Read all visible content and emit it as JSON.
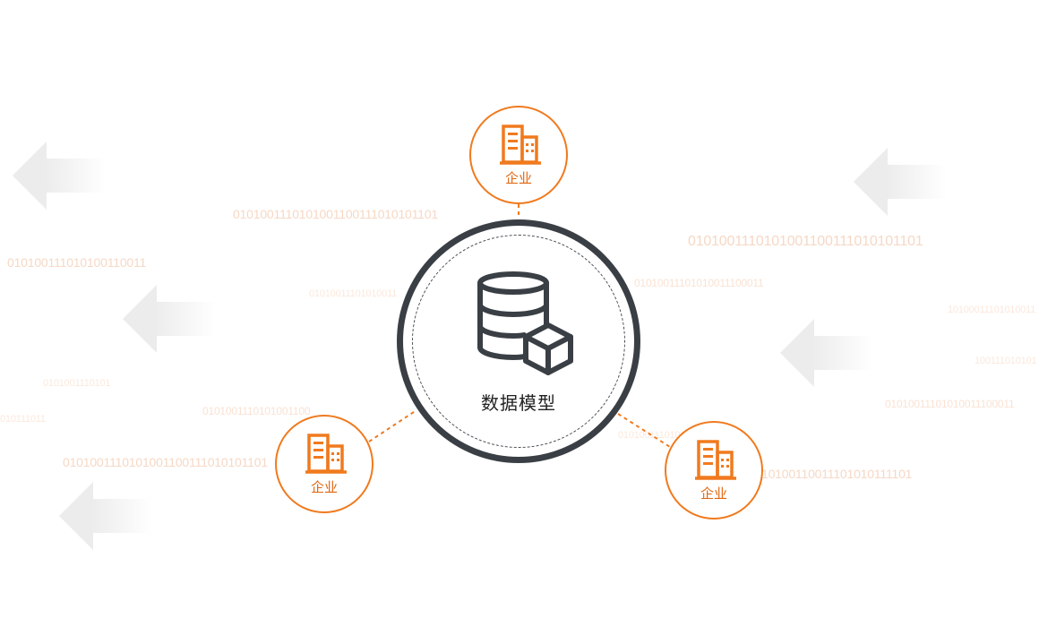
{
  "center": {
    "label": "数据模型",
    "icon": "database-cube-icon"
  },
  "nodes": [
    {
      "label": "企业",
      "icon": "building-icon"
    },
    {
      "label": "企业",
      "icon": "building-icon"
    },
    {
      "label": "企业",
      "icon": "building-icon"
    }
  ],
  "binary": {
    "main": "0101001110101001100111010101101",
    "right_long": "0101001110101001100111010101101",
    "mid_right": "01010011101010011100011",
    "far_right_1": "10100011101010011",
    "far_right_2": "100111010101",
    "right_small": "01010011101010011100011",
    "left_small_1": "0101001110101",
    "left_small_2": "010111011",
    "left_mid": "010100111010100110011",
    "left_bottom": "0101001110101001100111010101101",
    "right_bottom": "10100110011101010111101",
    "faint_center_1": "0101001110101001100",
    "faint_center_2": "01010011101010011",
    "faint_right_mid": "0101001110101"
  },
  "colors": {
    "accent": "#f07a1e",
    "ring": "#3a3f45",
    "binary": "#f6d8c5"
  }
}
